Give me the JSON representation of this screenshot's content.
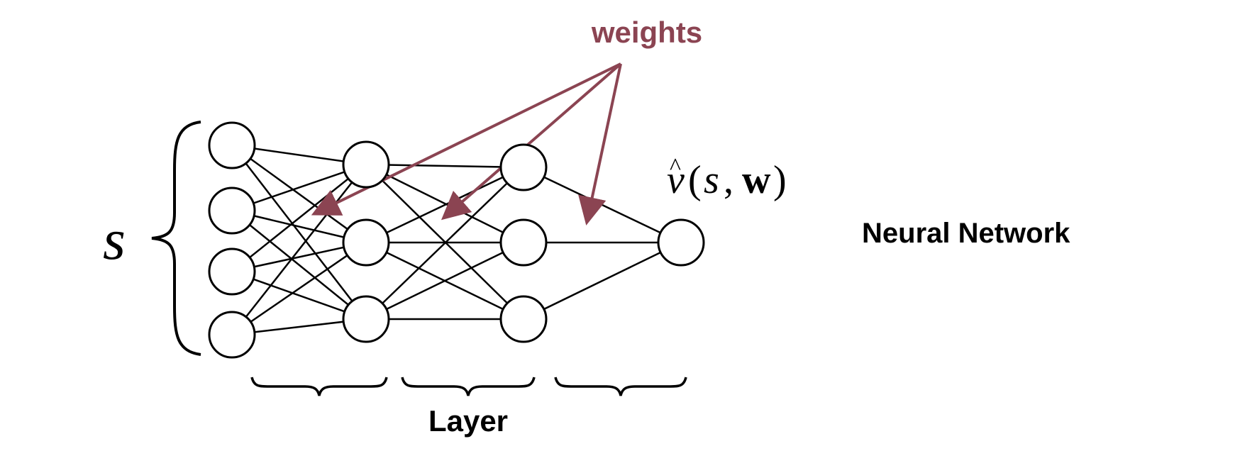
{
  "diagram": {
    "input_label": "s",
    "weights_label": "weights",
    "output_label_v": "v",
    "output_label_hat": "^",
    "output_label_open": "(",
    "output_label_s": "s",
    "output_label_comma": ",",
    "output_label_w": "w",
    "output_label_close": ")",
    "layer_label": "Layer",
    "title": "Neural Network",
    "layers": [
      4,
      3,
      3,
      1
    ],
    "colors": {
      "arrow": "#8b4452",
      "stroke": "#000000",
      "node_fill": "#ffffff"
    }
  }
}
